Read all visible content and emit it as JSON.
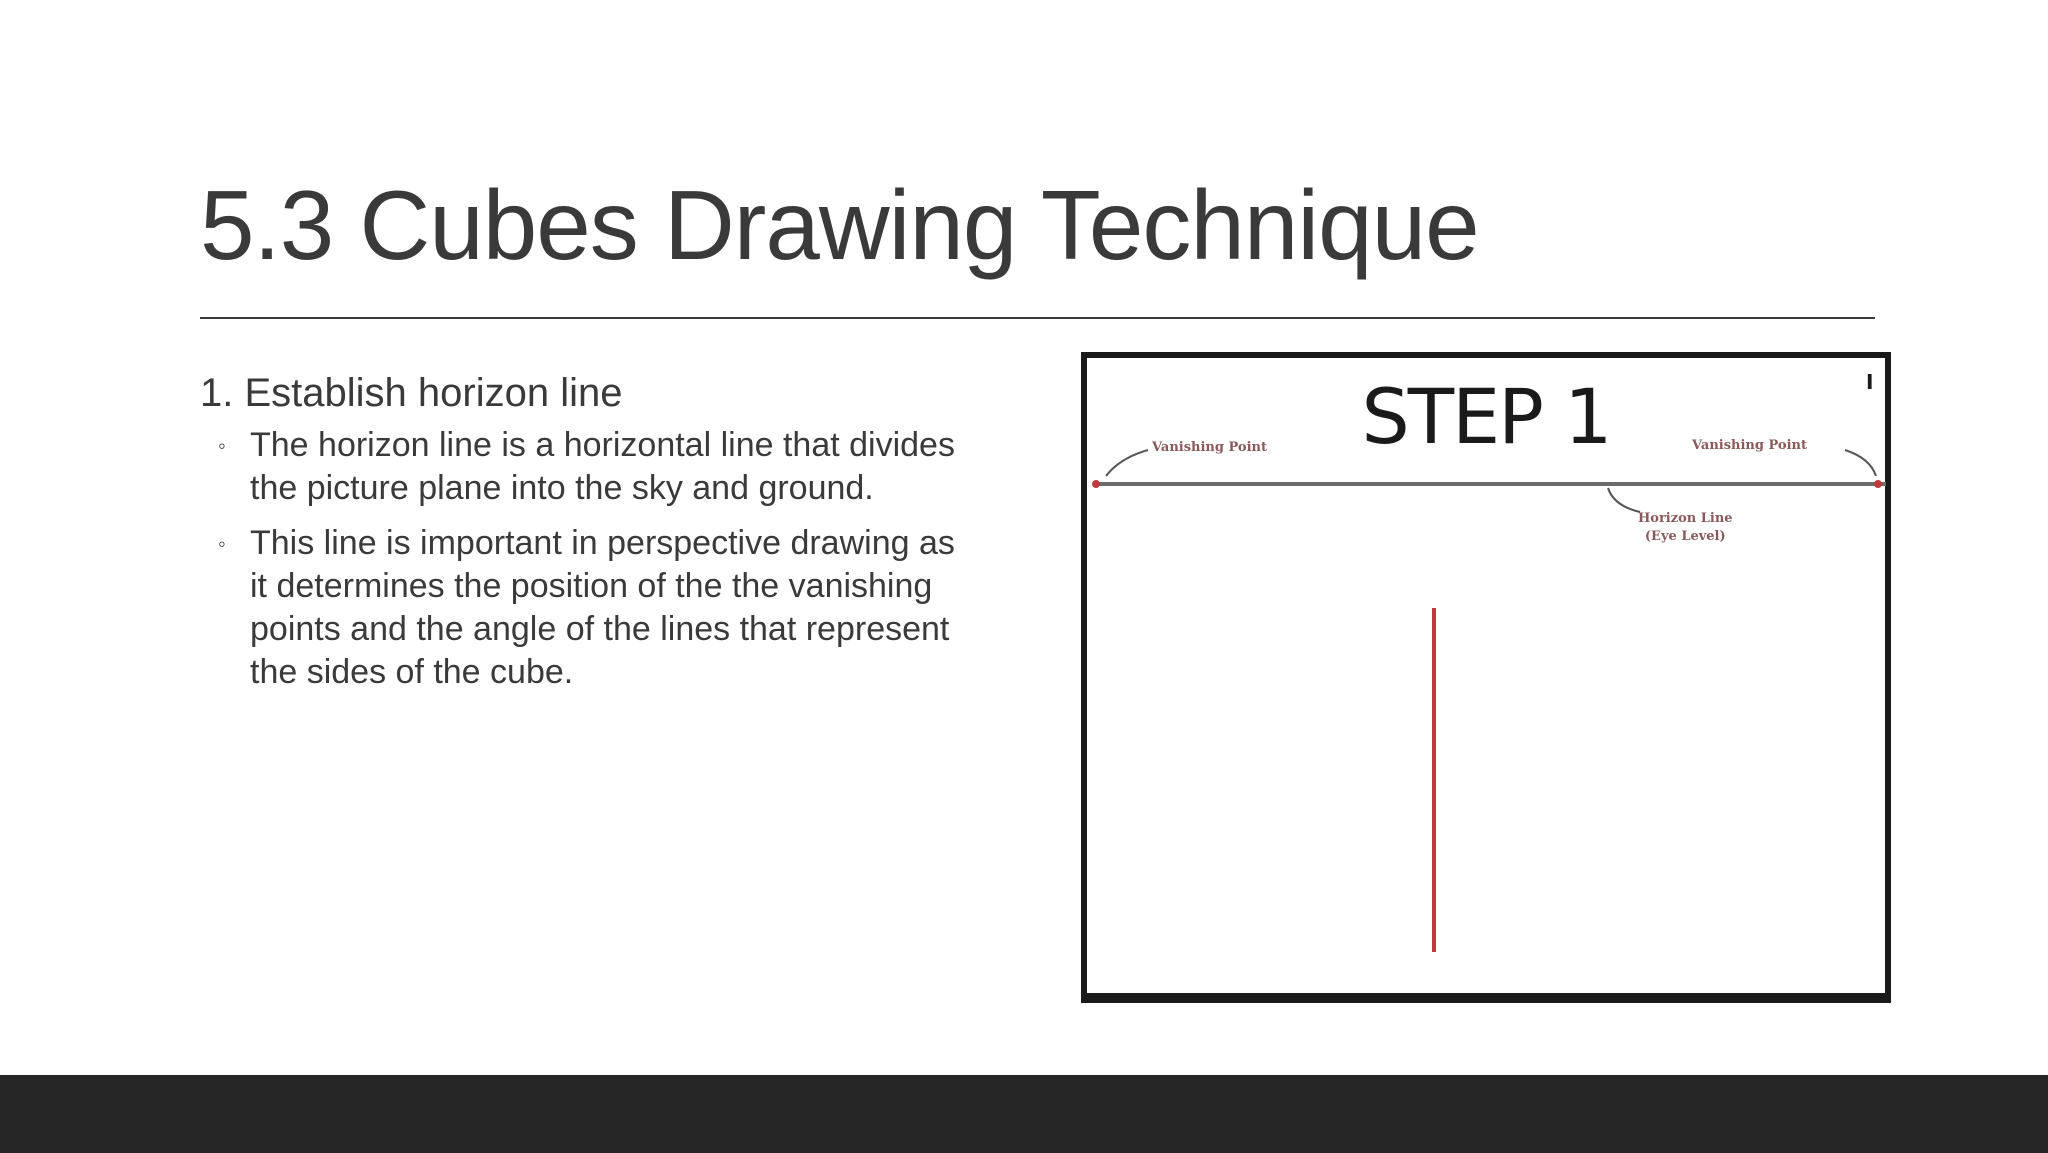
{
  "slide": {
    "title": "5.3 Cubes Drawing Technique",
    "point": "1. Establish horizon line",
    "bullets": [
      "The horizon line is a horizontal line that divides the picture plane into the sky and ground.",
      "This line is important in perspective drawing as it determines the position of the the vanishing points and the angle of the lines that represent the sides of the cube."
    ]
  },
  "figure": {
    "heading": "STEP 1",
    "vanishing_point_left": "Vanishing Point",
    "vanishing_point_right": "Vanishing Point",
    "horizon_label_line1": "Horizon Line",
    "horizon_label_line2": "(Eye Level)",
    "page_marker": "I",
    "colors": {
      "frame": "#1a1a1a",
      "horizon": "#6b6b6b",
      "accent": "#c0393b"
    }
  },
  "theme": {
    "text_color": "#3a3a3a",
    "footer_color": "#262626"
  }
}
